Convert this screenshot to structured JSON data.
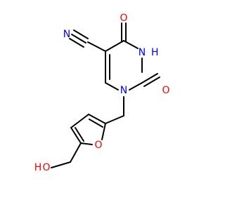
{
  "atoms": {
    "n_nitrile": {
      "text": "N",
      "color": "#0000ff"
    },
    "o_top": {
      "text": "O",
      "color": "#ff0000"
    },
    "nh": {
      "text": "H",
      "n_text": "N",
      "color": "#0000ff"
    },
    "o_right": {
      "text": "O",
      "color": "#ff0000"
    },
    "n_ring": {
      "text": "N",
      "color": "#0000ff"
    },
    "o_furan": {
      "text": "O",
      "color": "#ff0000"
    },
    "oh": {
      "o_text": "O",
      "h_text": "H",
      "color": "#ff0000"
    }
  },
  "colors": {
    "bond": "#000000",
    "background": "#ffffff"
  }
}
